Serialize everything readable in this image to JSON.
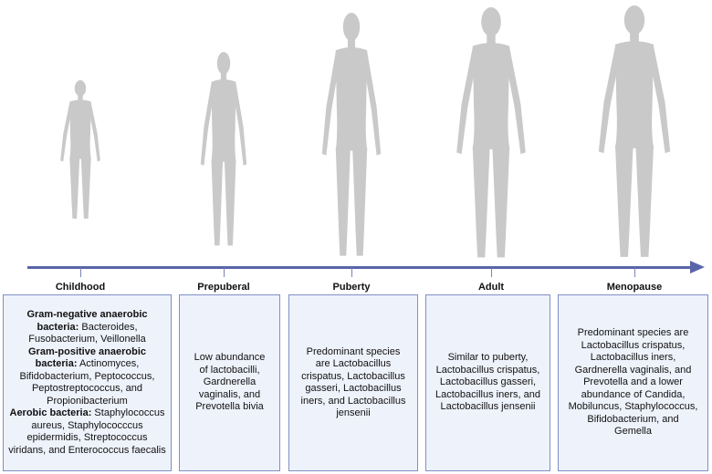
{
  "colors": {
    "timeline": "#5865a8",
    "box_fill": "#eef2fb",
    "box_border": "#7f8fc4",
    "silhouette": "#c9c9c9"
  },
  "stages": [
    {
      "label": "Childhood",
      "description": [
        {
          "bold": "Gram-negative anaerobic bacteria:",
          "text": " Bacteroides, Fusobacterium, Veillonella"
        },
        {
          "bold": "Gram-positive anaerobic bacteria:",
          "text": " Actinomyces, Bifidobacterium, Peptococcus, Peptostreptococcus, and Propionibacterium"
        },
        {
          "bold": "Aerobic bacteria:",
          "text": " Staphylococcus aureus, Staphylococccus epidermidis, Streptococcus viridans, and Enterococcus faecalis"
        }
      ]
    },
    {
      "label": "Prepuberal",
      "description": [
        {
          "bold": "",
          "text": "Low abundance of lactobacilli, Gardnerella vaginalis, and Prevotella bivia"
        }
      ]
    },
    {
      "label": "Puberty",
      "description": [
        {
          "bold": "",
          "text": "Predominant species are Lactobacillus crispatus, Lactobacillus gasseri, Lactobacillus iners, and Lactobacillus jensenii"
        }
      ]
    },
    {
      "label": "Adult",
      "description": [
        {
          "bold": "",
          "text": "Similar to puberty, Lactobacillus crispatus, Lactobacillus gasseri, Lactobacillus iners, and Lactobacillus jensenii"
        }
      ]
    },
    {
      "label": "Menopause",
      "description": [
        {
          "bold": "",
          "text": "Predominant species are Lactobacillus crispatus, Lactobacillus iners, Gardnerella vaginalis, and Prevotella and a lower abundance of Candida, Mobiluncus, Staphylococcus, Bifidobacterium, and Gemella"
        }
      ]
    }
  ]
}
